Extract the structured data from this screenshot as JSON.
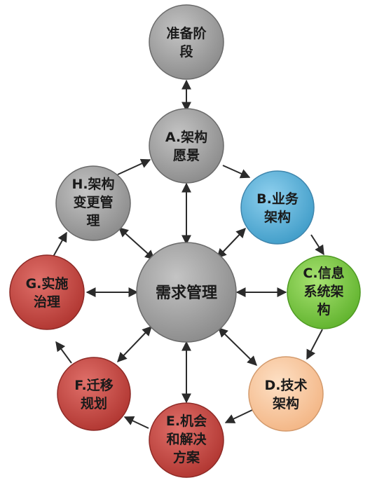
{
  "nodes": {
    "prep": {
      "lines": [
        "准备阶",
        "段"
      ],
      "color": "#9b9b9b"
    },
    "a": {
      "lines": [
        "A.架构",
        "愿景"
      ],
      "color": "#9b9b9b"
    },
    "b": {
      "lines": [
        "B.业务",
        "架构"
      ],
      "color": "#5fb0d6"
    },
    "c": {
      "lines": [
        "C.信息",
        "系统架",
        "构"
      ],
      "color": "#7ccb43"
    },
    "d": {
      "lines": [
        "D.技术",
        "架构"
      ],
      "color": "#f8caa3"
    },
    "e": {
      "lines": [
        "E.机会",
        "和解决",
        "方案"
      ],
      "color": "#c9443f"
    },
    "f": {
      "lines": [
        "F.迁移",
        "规划"
      ],
      "color": "#c9443f"
    },
    "g": {
      "lines": [
        "G.实施",
        "治理"
      ],
      "color": "#c9443f"
    },
    "h": {
      "lines": [
        "H.架构",
        "变更管",
        "理"
      ],
      "color": "#9b9b9b"
    },
    "center": {
      "lines": [
        "需求管理"
      ],
      "color": "#9b9b9b"
    }
  },
  "colors": {
    "arrow": "#2b2b2b",
    "circle_stroke": "#6a6a6a"
  }
}
